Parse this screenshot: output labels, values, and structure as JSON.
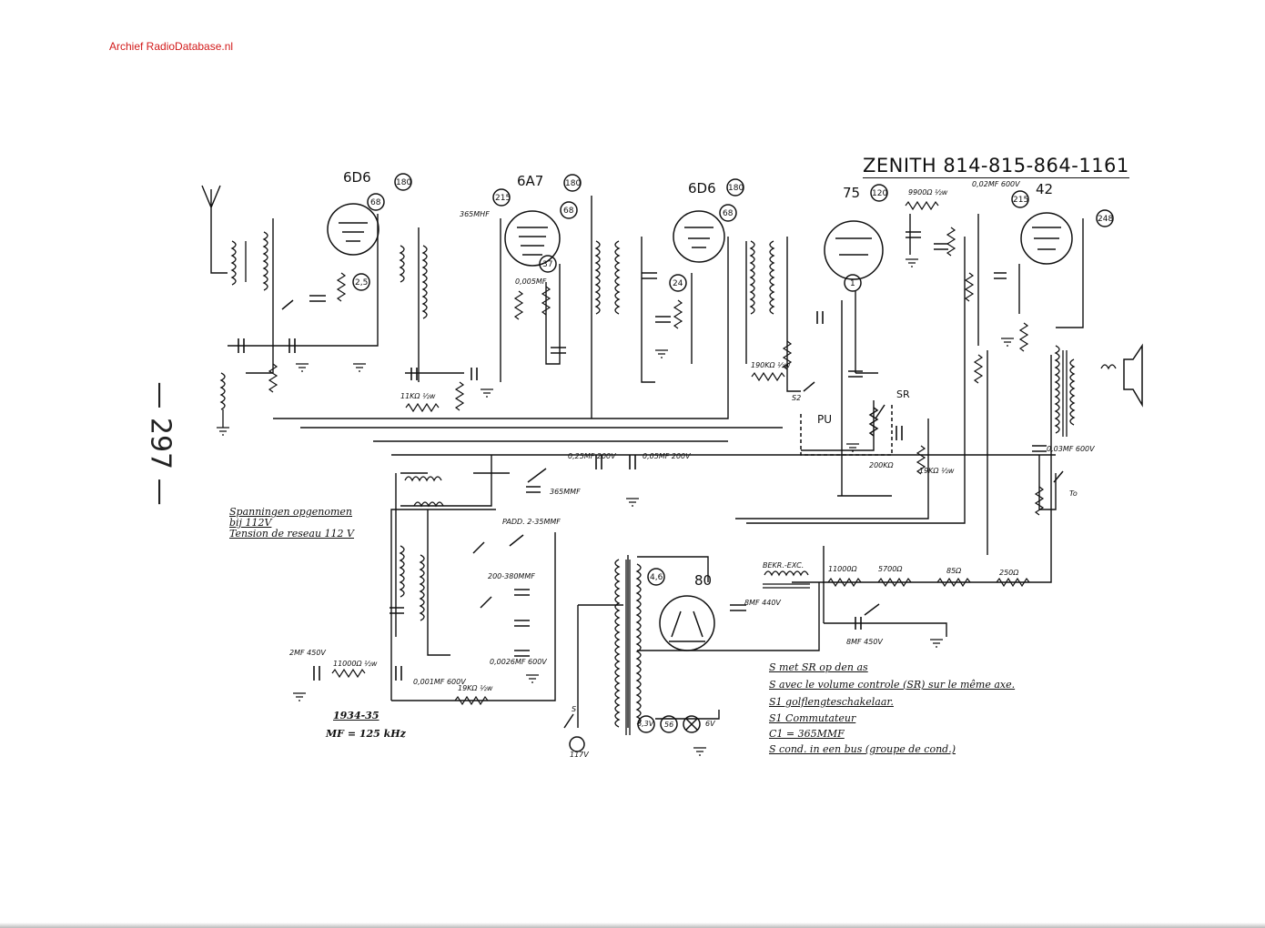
{
  "watermark": "Archief RadioDatabase.nl",
  "page_number": "— 297 —",
  "title": "ZENITH 814-815-864-1161",
  "tubes": [
    {
      "label": "6D6",
      "pins": [
        "180",
        "68",
        "2,5"
      ]
    },
    {
      "label": "6A7",
      "pins": [
        "215",
        "180",
        "68",
        "37"
      ]
    },
    {
      "label": "6D6",
      "pins": [
        "180",
        "68",
        "24"
      ]
    },
    {
      "label": "75",
      "pins": [
        "120",
        "1"
      ]
    },
    {
      "label": "42",
      "pins": [
        "215",
        "248"
      ]
    },
    {
      "label": "80",
      "pins": [
        "4,6"
      ]
    }
  ],
  "components": {
    "c1": "365MHF",
    "c2": "0,005MF",
    "r1": "9900Ω ½w",
    "r2": "0,02MF 600V",
    "r3": "190KΩ ½w",
    "r4": "11KΩ ½w",
    "c3": "0,25MF 200V",
    "c4": "0,05MF 200V",
    "c5": "365MMF",
    "c6": "0,03MF 600V",
    "r5": "19KΩ ½w",
    "r6": "19KΩ ½w",
    "padder": "PADD. 2-35MMF",
    "trim": "200-380MMF",
    "c7": "0,0026MF 600V",
    "c8": "2MF 450V",
    "r7": "11000Ω ½w",
    "c9": "0,001MF 600V",
    "field": "BEKR.-EXC.",
    "r8": "11000Ω",
    "r9": "5700Ω",
    "r10": "85Ω",
    "r11": "250Ω",
    "c10": "8MF 440V",
    "c11": "8MF 450V",
    "sr": "SR",
    "pu": "PU",
    "s2": "S2",
    "to": "To",
    "r12": "200KΩ",
    "heater1": "6,3V",
    "heater2": "56",
    "heater3": "6V",
    "mains": "117V",
    "switch": "S"
  },
  "voltage_note": {
    "line1": "Spanningen opgenomen",
    "line2": "bij 112V",
    "line3": "Tension de reseau 112 V"
  },
  "year": "1934-35",
  "mf": "MF = 125 kHz",
  "legend": [
    "S met SR op den as",
    "S avec le volume controle (SR) sur le même axe.",
    "S1 golflengteschakelaar.",
    "S1 Commutateur",
    "C1 = 365MMF",
    "S cond. in een bus (groupe de cond.)"
  ]
}
